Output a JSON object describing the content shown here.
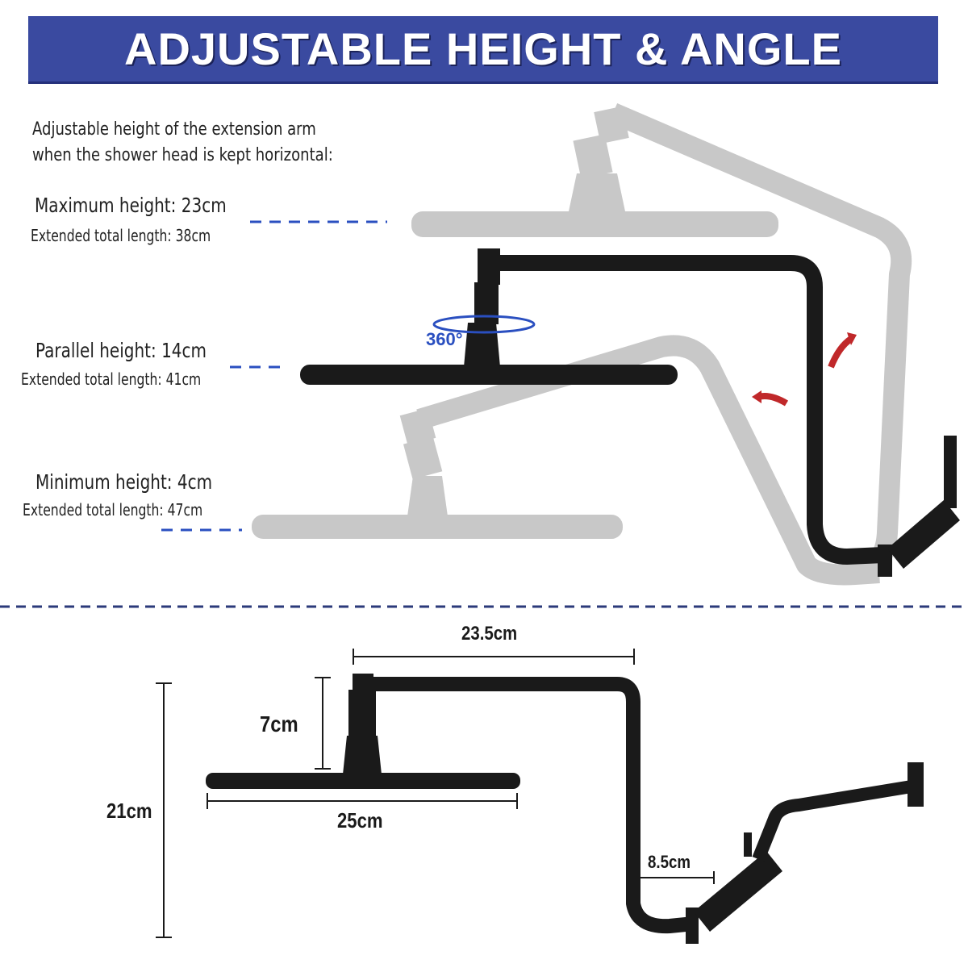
{
  "banner": {
    "title": "ADJUSTABLE HEIGHT & ANGLE"
  },
  "intro": {
    "line1": "Adjustable height of the extension arm",
    "line2": "when the shower head is kept horizontal:"
  },
  "positions": [
    {
      "label": "Maximum height: 23cm",
      "sub": "Extended total length: 38cm"
    },
    {
      "label": "Parallel height: 14cm",
      "sub": "Extended total length: 41cm"
    },
    {
      "label": "Minimum height: 4cm",
      "sub": "Extended total length: 47cm"
    }
  ],
  "rotation_label": "360°",
  "dimensions": {
    "arm_length": "23.5cm",
    "neck_height": "7cm",
    "head_diameter": "25cm",
    "total_height": "21cm",
    "offset": "8.5cm"
  },
  "colors": {
    "banner": "#3a4aa0",
    "accent_blue": "#2a4fc0",
    "arrow_red": "#c0282a",
    "fixture_black": "#1a1a1a",
    "ghost_gray": "#c8c8c8"
  }
}
